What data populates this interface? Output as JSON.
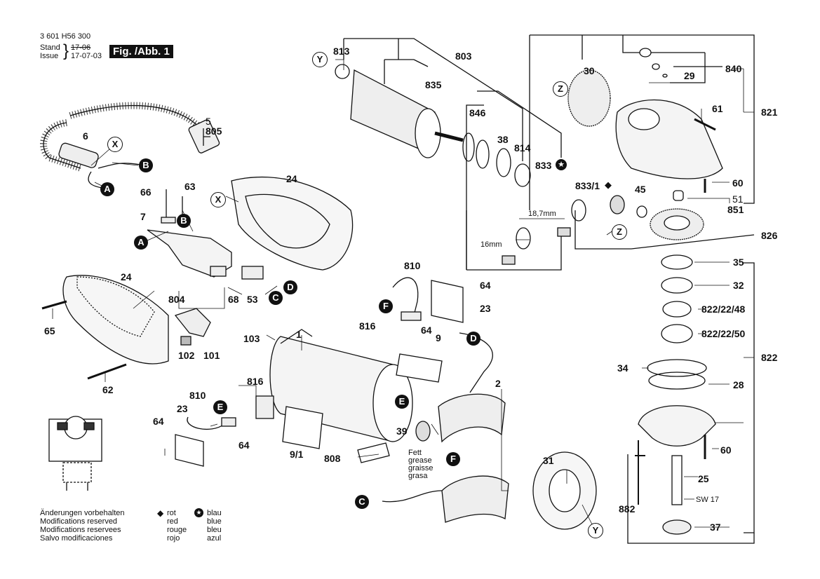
{
  "header": {
    "part_number": "3 601 H56 300",
    "stand_label": "Stand",
    "issue_label": "Issue",
    "old_date": "17-06",
    "issue_date": "17-07-03",
    "figure_label": "Fig. /Abb. 1"
  },
  "connectors": {
    "A": "A",
    "B": "B",
    "C": "C",
    "D": "D",
    "E": "E",
    "F": "F",
    "X": "X",
    "Y": "Y",
    "Z": "Z"
  },
  "parts": {
    "p5": "5",
    "p805": "805",
    "p6": "6",
    "p66": "66",
    "p63": "63",
    "p7": "7",
    "p24a": "24",
    "p24b": "24",
    "p804": "804",
    "p68": "68",
    "p53": "53",
    "p65": "65",
    "p62": "62",
    "p102": "102",
    "p101": "101",
    "p103": "103",
    "p1": "1",
    "p810a": "810",
    "p810b": "810",
    "p816a": "816",
    "p816b": "816",
    "p64a": "64",
    "p64b": "64",
    "p64c": "64",
    "p64d": "64",
    "p23a": "23",
    "p23b": "23",
    "p9": "9",
    "p91": "9/1",
    "p808": "808",
    "p2": "2",
    "p39": "39",
    "p31": "31",
    "p813": "813",
    "p803": "803",
    "p835": "835",
    "p846": "846",
    "p38": "38",
    "p814": "814",
    "p833": "833",
    "p8331": "833/1",
    "p30": "30",
    "p29": "29",
    "p840": "840",
    "p61": "61",
    "p821": "821",
    "p60a": "60",
    "p60b": "60",
    "p51": "51",
    "p851": "851",
    "p45": "45",
    "p826": "826",
    "p35": "35",
    "p32": "32",
    "p822_48": "822/22/48",
    "p822_50": "822/22/50",
    "p822": "822",
    "p34": "34",
    "p28": "28",
    "p25": "25",
    "p882": "882",
    "p37": "37"
  },
  "annotations": {
    "dim_187": "18,7mm",
    "dim_16": "16mm",
    "sw17": "SW 17",
    "grease": [
      "Fett",
      "grease",
      "graisse",
      "grasa"
    ]
  },
  "notes": [
    "Änderungen vorbehalten",
    "Modifications reserved",
    "Modifications reservees",
    "Salvo modificaciones"
  ],
  "legend": {
    "red": [
      "rot",
      "red",
      "rouge",
      "rojo"
    ],
    "blue": [
      "blau",
      "blue",
      "bleu",
      "azul"
    ]
  }
}
